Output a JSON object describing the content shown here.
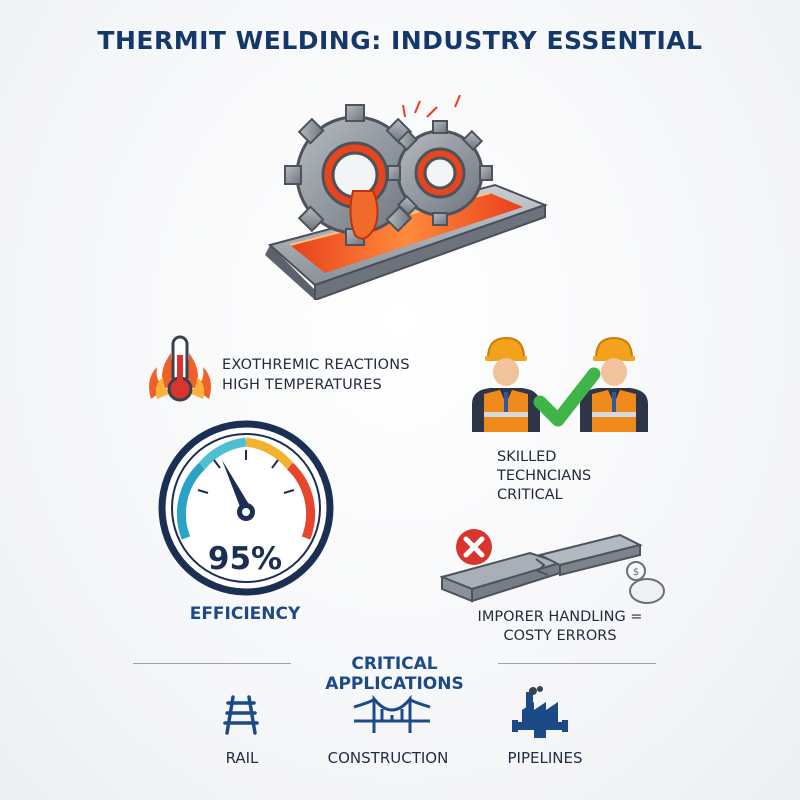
{
  "title": "THERMIT WELDING: INDUSTRY ESSENTIAL",
  "hazard": {
    "line1": "EXOTHREMIC REACTIONS",
    "line2": "HIGH TEMPERATURES",
    "icon": "thermometer-fire-icon"
  },
  "technicians": {
    "line1": "SKILLED",
    "line2": "TECHNCIANS",
    "line3": "CRITICAL",
    "icon": "technicians-check-icon"
  },
  "gauge": {
    "value_text": "95%",
    "value": 95,
    "label": "EFFICIENCY"
  },
  "errors": {
    "line1": "IMPORER HANDLING =",
    "line2": "COSTY ERRORS",
    "icon": "broken-rail-icon"
  },
  "applications": {
    "heading": "CRITICAL APPLICATIONS",
    "items": [
      {
        "label": "RAIL",
        "icon": "rail-track-icon"
      },
      {
        "label": "CONSTRUCTION",
        "icon": "bridge-icon"
      },
      {
        "label": "PIPELINES",
        "icon": "pipeline-factory-icon"
      }
    ]
  },
  "colors": {
    "title": "#15386b",
    "accent_blue": "#1c4a86",
    "molten": "#f05a24",
    "check_green": "#3fb549",
    "error_red": "#d9352c"
  }
}
